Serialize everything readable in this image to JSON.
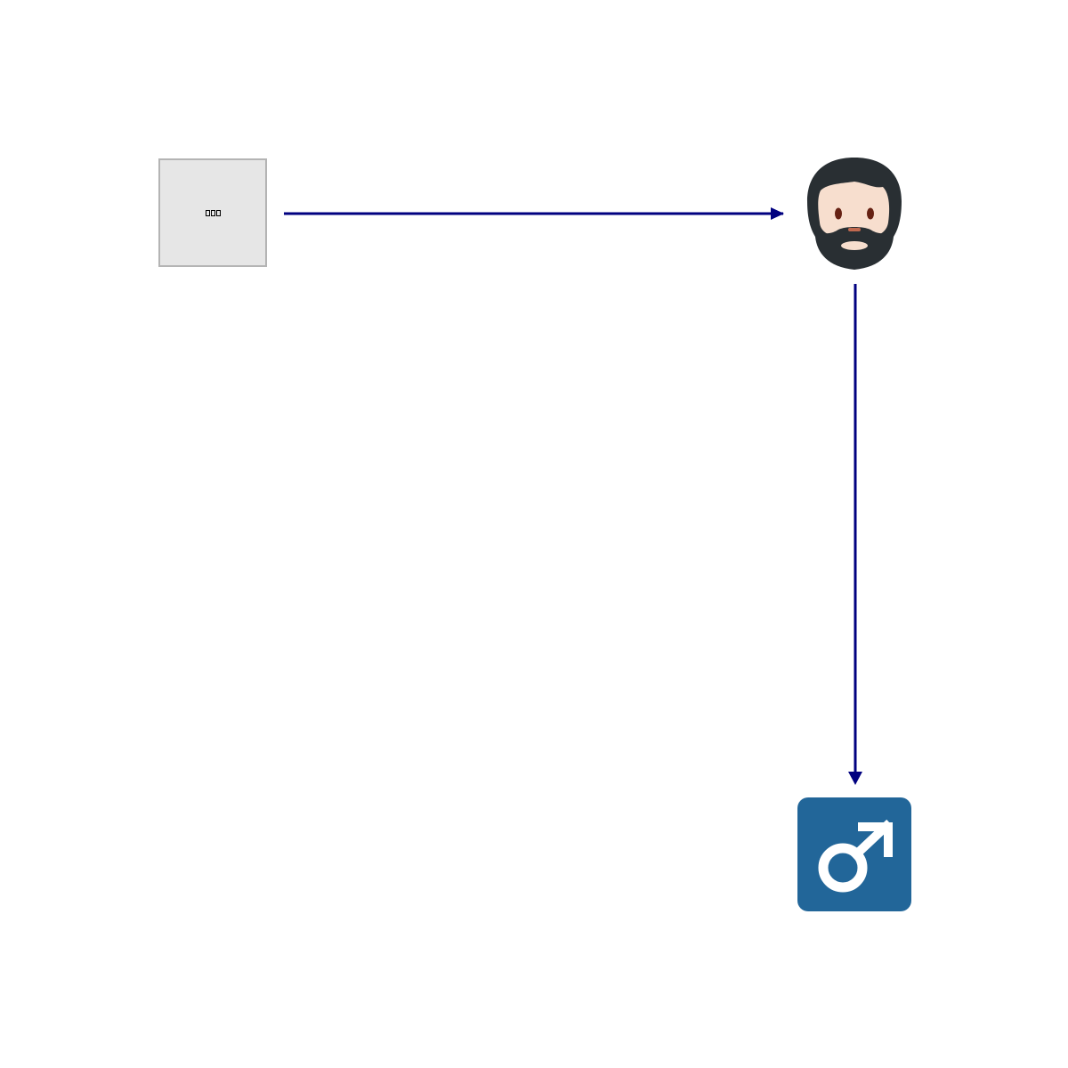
{
  "nodes": [
    {
      "id": "unknown-glyph-node",
      "icon": "missing-glyph-tofu-icon",
      "label": "",
      "colors": {
        "fill": "#e6e6e6",
        "stroke": "#b4b4b4"
      }
    },
    {
      "id": "bearded-person-node",
      "icon": "bearded-person-emoji-icon",
      "colors": {
        "hair": "#292f33",
        "skin": "#f7dece",
        "eyes": "#662113",
        "nose": "#c1694f"
      }
    },
    {
      "id": "male-sign-node",
      "icon": "male-sign-emoji-icon",
      "colors": {
        "fill": "#226699",
        "glyph": "#ffffff"
      }
    }
  ],
  "edges": [
    {
      "from": "unknown-glyph-node",
      "to": "bearded-person-node"
    },
    {
      "from": "bearded-person-node",
      "to": "male-sign-node"
    }
  ],
  "colors": {
    "arrow": "#000080",
    "background": "#ffffff"
  }
}
